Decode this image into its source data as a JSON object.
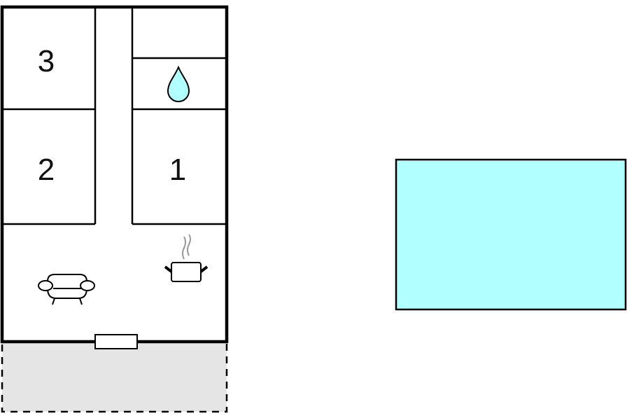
{
  "floorplan": {
    "rooms": [
      {
        "id": "bedroom-3",
        "label": "3"
      },
      {
        "id": "bedroom-2",
        "label": "2"
      },
      {
        "id": "bedroom-1",
        "label": "1"
      },
      {
        "id": "bathroom",
        "icon": "water-drop-icon"
      },
      {
        "id": "storage",
        "label": ""
      },
      {
        "id": "living-kitchen",
        "icons": [
          "sofa-icon",
          "cooking-pot-icon"
        ]
      }
    ],
    "terrace": {
      "style": "dashed",
      "fill": "#e5e5e5"
    },
    "pool": {
      "fill": "#b2ffff"
    },
    "colors": {
      "wall": "#000000",
      "water": "#b2ffff",
      "steam": "#999999",
      "terrace": "#e5e5e5"
    }
  }
}
